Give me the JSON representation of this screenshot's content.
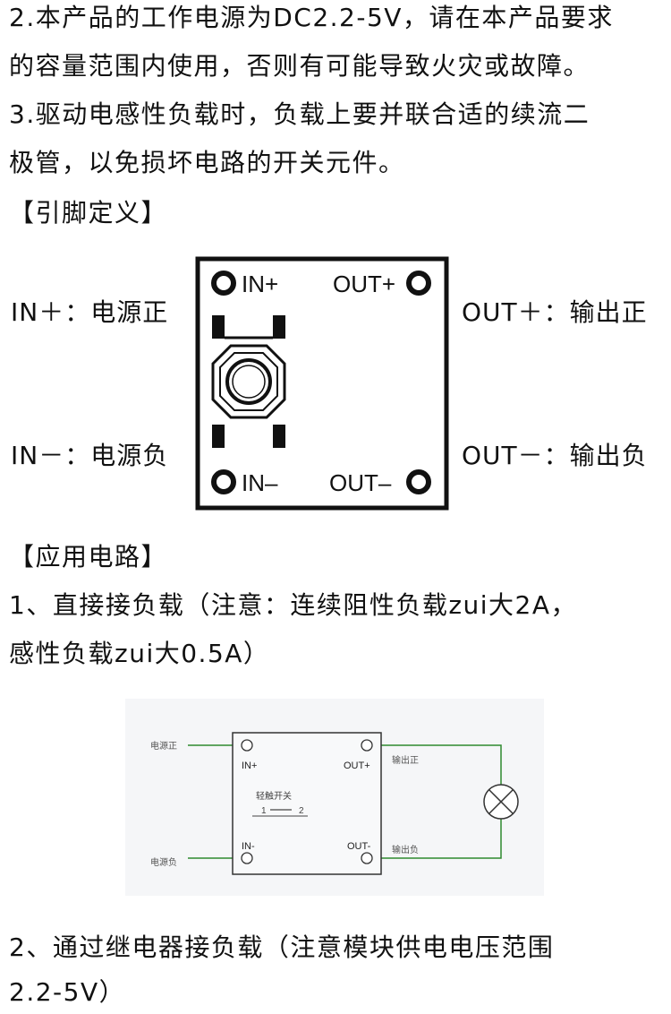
{
  "notes": {
    "line1": "2.本产品的工作电源为DC2.2-5V，请在本产品要求",
    "line2": "的容量范围内使用，否则有可能导致火灾或故障。",
    "line3": "3.驱动电感性负载时，负载上要并联合适的续流二",
    "line4": "极管，以免损坏电路的开关元件。"
  },
  "pin_section": {
    "heading": "【引脚定义】",
    "left_top": "IN＋：电源正",
    "left_bottom": "IN－：电源负",
    "right_top": "OUT＋：输出正",
    "right_bottom": "OUT－：输出负",
    "board": {
      "in_plus": "IN+",
      "out_plus": "OUT+",
      "in_minus": "IN–",
      "out_minus": "OUT–"
    }
  },
  "app_section": {
    "heading": "【应用电路】",
    "item1_line1": "1、直接接负载（注意：连续阻性负载zui大2A，",
    "item1_line2": "感性负载zui大0.5A）",
    "circuit": {
      "power_pos": "电源正",
      "power_neg": "电源负",
      "out_pos_label": "输出正",
      "out_neg_label": "输出负",
      "in_plus": "IN+",
      "in_minus": "IN-",
      "out_plus": "OUT+",
      "out_minus": "OUT-",
      "switch_label": "轻触开关",
      "pin1": "1",
      "pin2": "2"
    },
    "item2_line1": "2、通过继电器接负载（注意模块供电电压范围",
    "item2_line2": "2.2-5V）"
  },
  "colors": {
    "text": "#111111",
    "board": "#111111",
    "wire": "#2f8a2f",
    "circuit_text": "#555555",
    "circuit_bg": "#f5f6f8"
  }
}
